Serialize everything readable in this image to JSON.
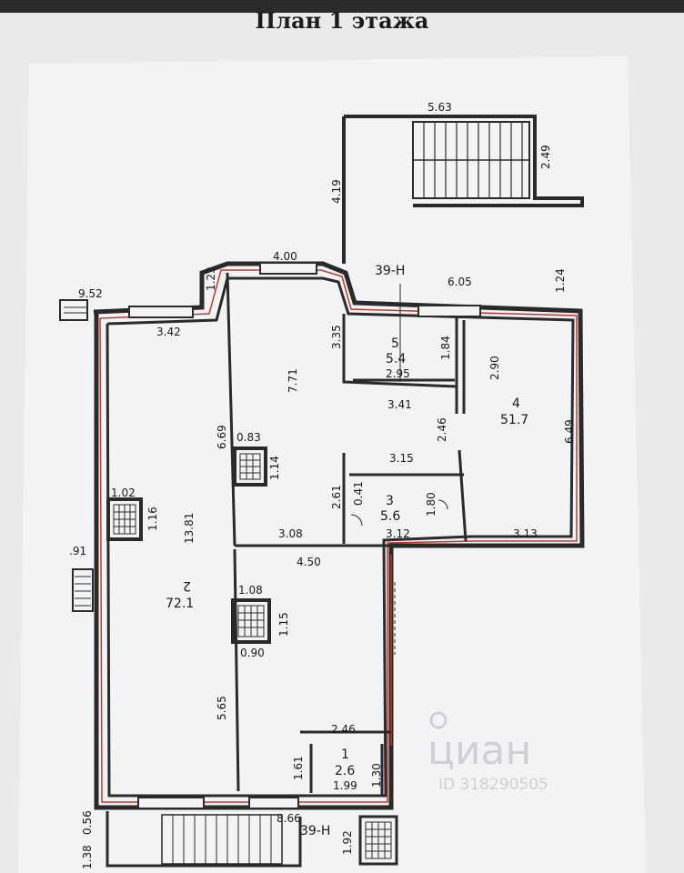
{
  "title": "План 1 этажа",
  "axis_labels": [
    "39-Н",
    "39-Н"
  ],
  "rooms": [
    {
      "number": "1",
      "area": "2.6"
    },
    {
      "number": "2",
      "area": "72.1"
    },
    {
      "number": "3",
      "area": "5.6"
    },
    {
      "number": "4",
      "area": "51.7"
    },
    {
      "number": "5",
      "area": "5.4"
    }
  ],
  "dimensions": [
    "5.63",
    "2.49",
    "4.19",
    "4.00",
    "1.23",
    "9.52",
    "3.42",
    "6.05",
    "1.24",
    "3.35",
    "1.84",
    "2.95",
    "2.90",
    "7.71",
    "3.41",
    "6.69",
    "0.83",
    "1.14",
    "2.46",
    "6.49",
    "3.15",
    "1.02",
    "1.16",
    "13.81",
    "2.61",
    "0.41",
    "1.80",
    "3.08",
    "3.12",
    "3.13",
    "4.50",
    ".91",
    "1.08",
    "1.15",
    "0.90",
    "5.65",
    "2.46",
    "1.61",
    "1.30",
    "1.99",
    "8.66",
    "0.56",
    "1.38",
    "1.92"
  ],
  "watermark": {
    "brand": "циан",
    "id": "ID 318290505"
  },
  "colors": {
    "paper": "#e9eaec",
    "wall": "#2a2a2a",
    "wall_line": "#c0392b"
  }
}
